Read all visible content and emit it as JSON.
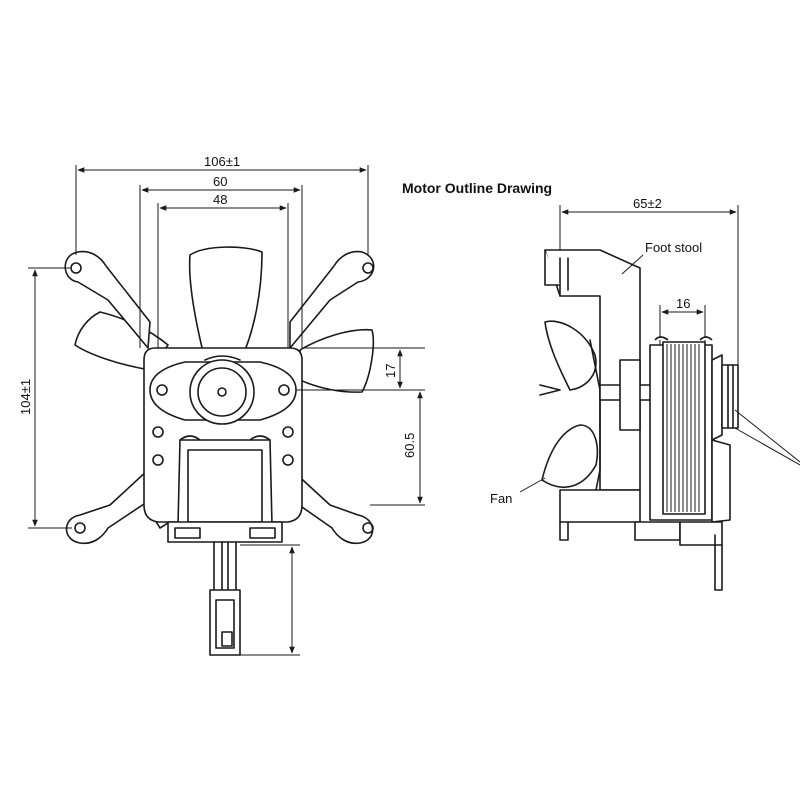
{
  "title": "Motor Outline Drawing",
  "dimensions": {
    "overall_width": "106±1",
    "bracket_width": "60",
    "inner_width": "48",
    "overall_height": "104±1",
    "upper_offset": "17",
    "mount_height": "60.5",
    "side_depth": "65±2",
    "coil_width": "16"
  },
  "labels": {
    "foot_stool": "Foot stool",
    "fan": "Fan"
  },
  "colors": {
    "line": "#1a1a1a",
    "background": "#ffffff"
  }
}
